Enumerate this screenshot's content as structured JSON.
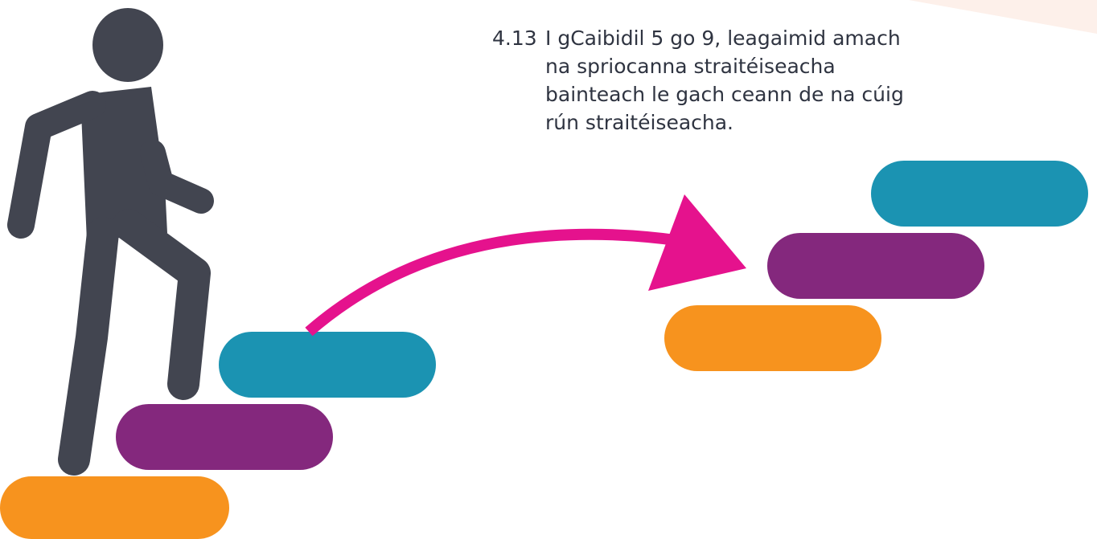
{
  "paragraph": {
    "number": "4.13",
    "lines": [
      "I gCaibidil 5 go 9, leagaimid amach",
      "na spriocanna straitéiseacha",
      "bainteach le gach ceann de na cúig",
      "rún straitéiseacha."
    ]
  },
  "colors": {
    "teal": "#1b93b2",
    "purple": "#84287d",
    "orange": "#f7931e",
    "magenta": "#e5128d",
    "figure": "#424550",
    "text": "#2f3441",
    "shade": "#fdf0ea"
  },
  "icons": {
    "person": "climbing-person-icon",
    "arrow": "curved-arrow-icon"
  }
}
